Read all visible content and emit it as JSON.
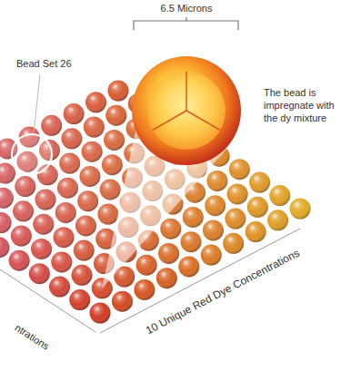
{
  "diagram": {
    "labels": [
      "6.5 Microns",
      "Bead Set 26",
      "The bead is impregnate with the dy mixture",
      "ntrations",
      "10 Unique Red Dye Concentrations"
    ]
  }
}
